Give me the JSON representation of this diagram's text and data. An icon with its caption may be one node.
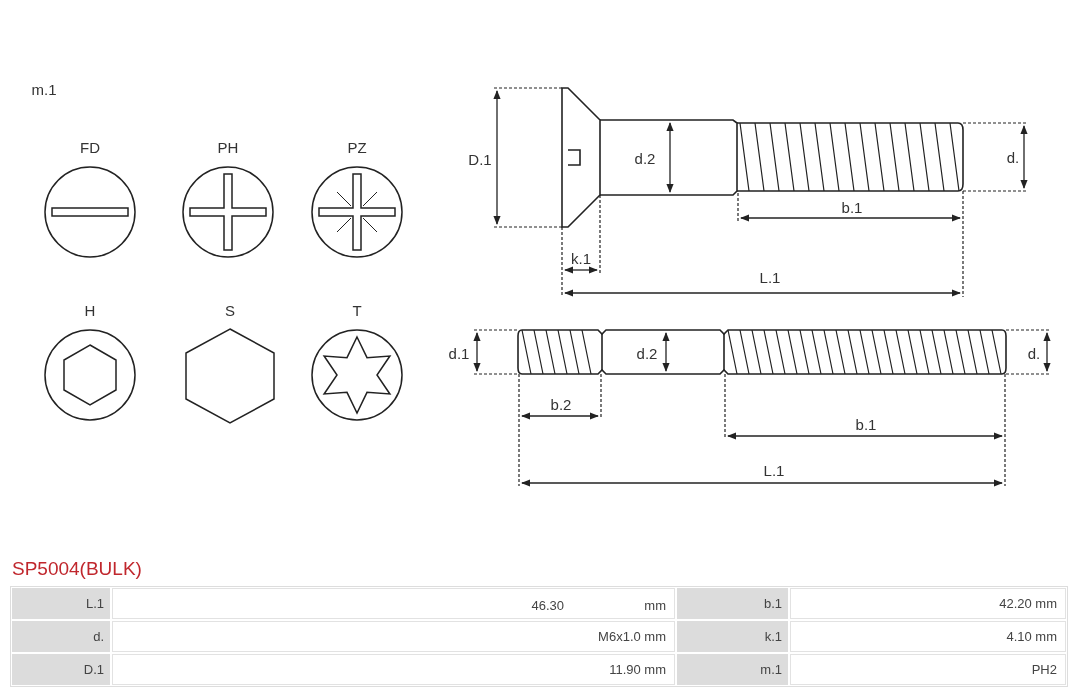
{
  "diagram": {
    "title": "SP5004(BULK)",
    "nodes": [
      {
        "text": [
          "FD"
        ]
      },
      {
        "text": [
          "PH"
        ]
      },
      {
        "text": [
          "PZ"
        ]
      },
      {
        "text": [
          "H"
        ]
      },
      {
        "text": [
          "S"
        ]
      },
      {
        "text": [
          "T"
        ]
      }
    ],
    "labels": [
      "m.1",
      "D.1",
      "d.2",
      "d.",
      "b.1",
      "k.1",
      "L.1",
      "d.1",
      "d.2",
      "d.",
      "b.2",
      "b.1",
      "L.1",
      "L.1",
      "46.30",
      "mm",
      "b.1",
      "42.20 mm",
      "d.",
      "M6x1.0 mm",
      "k.1",
      "4.10 mm",
      "D.1",
      "11.90 mm",
      "m.1",
      "PH2"
    ]
  }
}
